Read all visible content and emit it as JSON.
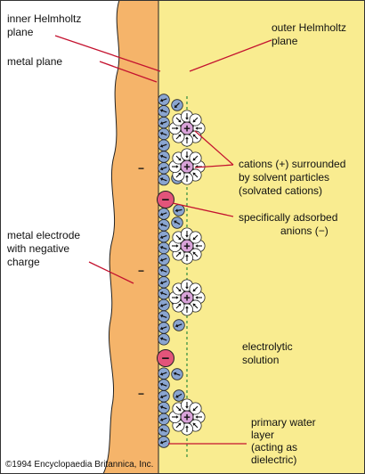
{
  "labels": {
    "inner_helmholtz": [
      "inner Helmholtz",
      "plane"
    ],
    "outer_helmholtz": [
      "outer Helmholtz",
      "plane"
    ],
    "metal_plane": [
      "metal plane"
    ],
    "cations": [
      "cations (+) surrounded",
      "by solvent particles",
      "(solvated cations)"
    ],
    "adsorbed_anions": [
      "specifically adsorbed",
      "anions (−)"
    ],
    "metal_electrode": [
      "metal electrode",
      "with negative",
      "charge"
    ],
    "electrolytic_solution": [
      "electrolytic",
      "solution"
    ],
    "primary_water": [
      "primary water",
      "layer",
      "(acting as",
      "dielectric)"
    ]
  },
  "electrode_charges": [
    "−",
    "−",
    "−"
  ],
  "ion_signs": {
    "cation": "+",
    "anion": "−"
  },
  "copyright": "©1994 Encyclopaedia Britannica, Inc.",
  "colors": {
    "electrolyte": "#f9ec90",
    "metal": "#f5b46a",
    "water_molecule": "#8aa5d0",
    "cation": "#d9a3d9",
    "anion": "#e3547a",
    "outline": "#222222"
  }
}
